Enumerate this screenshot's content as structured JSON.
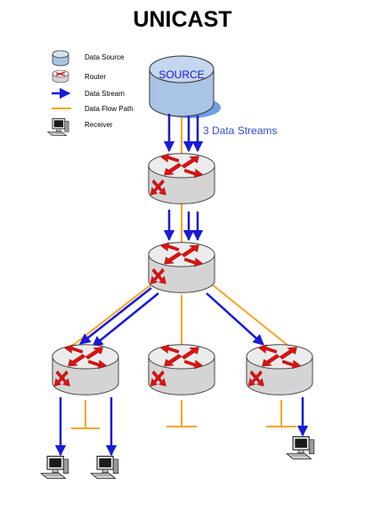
{
  "title": "UNICAST",
  "legend": {
    "data_source": "Data Source",
    "router": "Router",
    "data_stream": "Data Stream",
    "data_flow_path": "Data Flow Path",
    "receiver": "Receiver"
  },
  "source_label": "SOURCE",
  "streams_label": "3 Data Streams",
  "colors": {
    "stream": "#1a1ad6",
    "flow_path": "#f5a623",
    "router_body": "#d8d8d8",
    "router_arrow": "#e01010",
    "source_body": "#a9c4e4",
    "source_shadow": "#6ea0e6",
    "stream_text": "#2f4fd1"
  },
  "icons": {
    "data_source": "database-cylinder-icon",
    "router": "router-icon",
    "receiver": "computer-receiver-icon"
  }
}
